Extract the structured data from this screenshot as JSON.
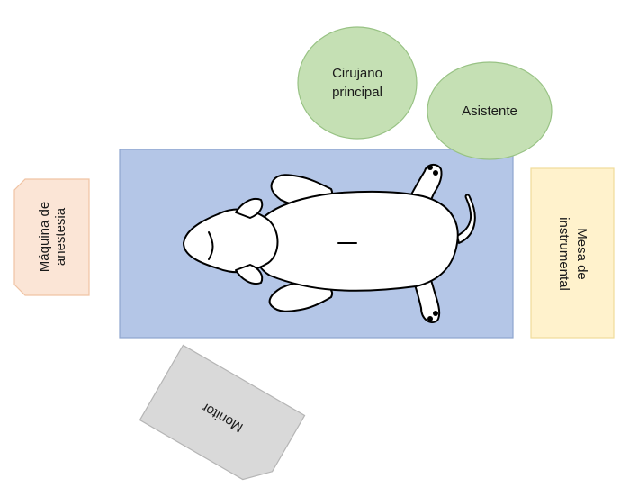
{
  "labels": {
    "cirujano_line1": "Cirujano",
    "cirujano_line2": "principal",
    "asistente": "Asistente",
    "maquina_line1": "Máquina de",
    "maquina_line2": "anestesia",
    "mesa_line1": "Mesa de",
    "mesa_line2": "instrumental",
    "monitor": "Monitor"
  },
  "colors": {
    "table_fill": "#b4c6e7",
    "table_stroke": "#8ea5cf",
    "staff_fill": "#c5e0b4",
    "staff_stroke": "#98c284",
    "anesthesia_fill": "#fbe5d6",
    "anesthesia_stroke": "#f0c3a3",
    "instrument_fill": "#fff2cc",
    "instrument_stroke": "#f0dc9a",
    "monitor_fill": "#d9d9d9",
    "monitor_stroke": "#b5b5b5"
  }
}
